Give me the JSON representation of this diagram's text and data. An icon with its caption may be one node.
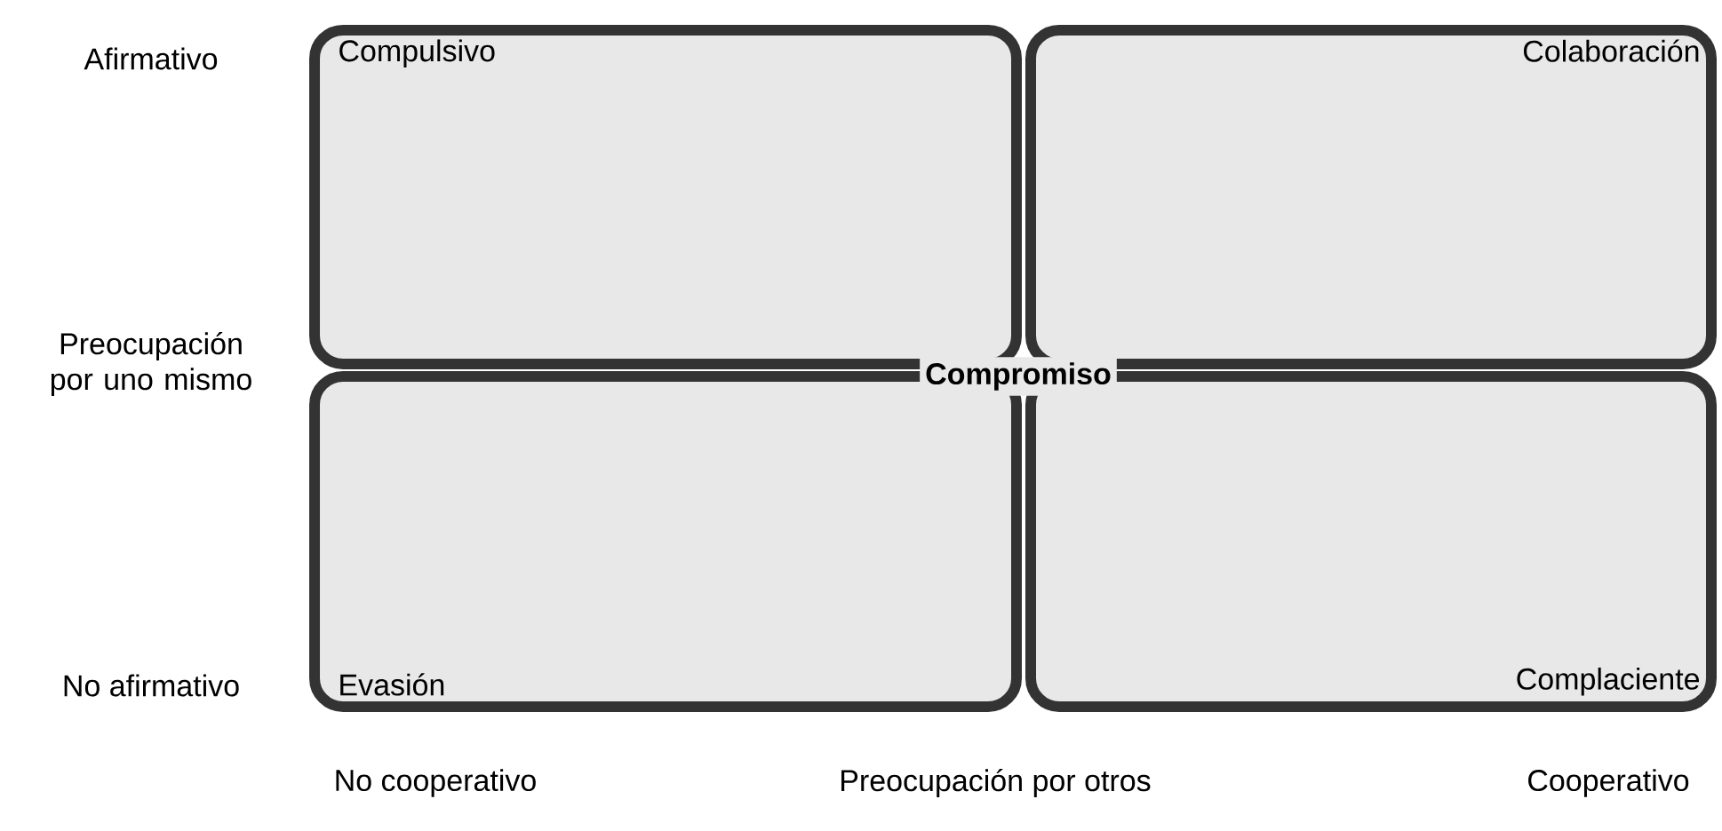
{
  "diagram": {
    "nodes": [
      {
        "text": [
          "Compulsivo"
        ]
      },
      {
        "text": [
          "Colaboración"
        ]
      },
      {
        "text": [
          "Evasión"
        ]
      },
      {
        "text": [
          "Complaciente"
        ]
      }
    ],
    "labels": [
      "Afirmativo",
      "Preocupación por uno mismo",
      "Compromiso",
      "No afirmativo",
      "No cooperativo",
      "Preocupación por otros",
      "Cooperativo"
    ]
  }
}
